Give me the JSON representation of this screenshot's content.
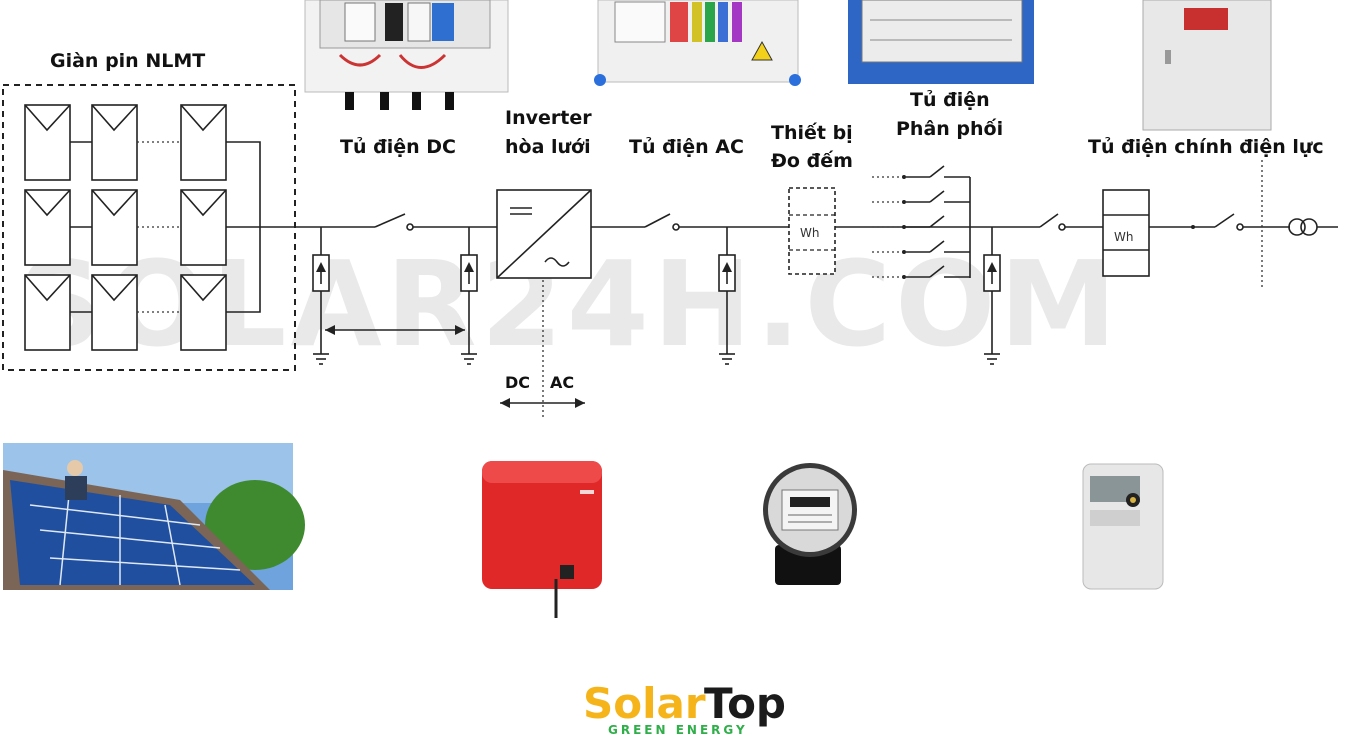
{
  "watermark": "SOLAR24H.COM",
  "labels": {
    "pv_array": "Giàn pin NLMT",
    "dc_cabinet": "Tủ điện DC",
    "inverter_line1": "Inverter",
    "inverter_line2": "hòa lưới",
    "ac_cabinet": "Tủ điện AC",
    "meter_line1": "Thiết bị",
    "meter_line2": "Đo đếm",
    "distribution_line1": "Tủ điện",
    "distribution_line2": "Phân phối",
    "utility_cabinet": "Tủ điện chính điện lực",
    "dc": "DC",
    "ac": "AC",
    "wh_meter": "Wh",
    "wh_utility": "Wh"
  },
  "logo": {
    "solar": "Solar",
    "top": "Top",
    "subtitle": "GREEN ENERGY"
  },
  "colors": {
    "logo_orange": "#f6b41b",
    "logo_green": "#2fae4a",
    "inverter_red": "#e02828",
    "panel_blue": "#1f4f9e"
  }
}
